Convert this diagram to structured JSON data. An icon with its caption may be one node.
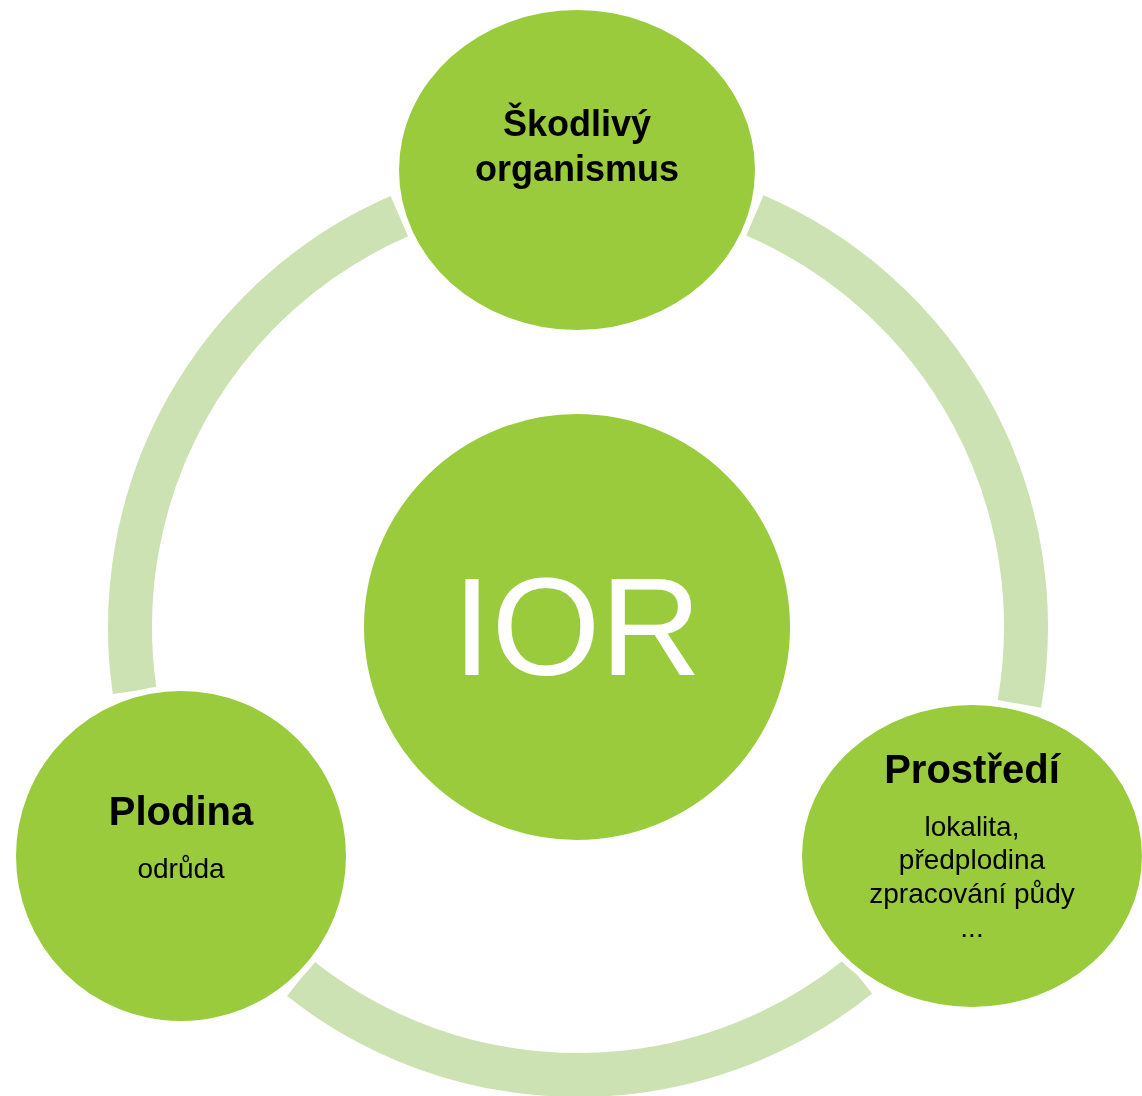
{
  "diagram": {
    "nodes": [
      {
        "text": [
          "Škodlivý organismus"
        ]
      },
      {
        "text": [
          "IOR"
        ]
      },
      {
        "text": [
          "Prostředí",
          "lokalita, předplodina zpracování půdy ..."
        ]
      },
      {
        "text": [
          "Plodina",
          "odrůda"
        ]
      }
    ],
    "edges": [
      {
        "from": 0,
        "to": 2,
        "arrow": "none"
      },
      {
        "from": 2,
        "to": 3,
        "arrow": "none"
      },
      {
        "from": 3,
        "to": 0,
        "arrow": "none"
      }
    ]
  }
}
